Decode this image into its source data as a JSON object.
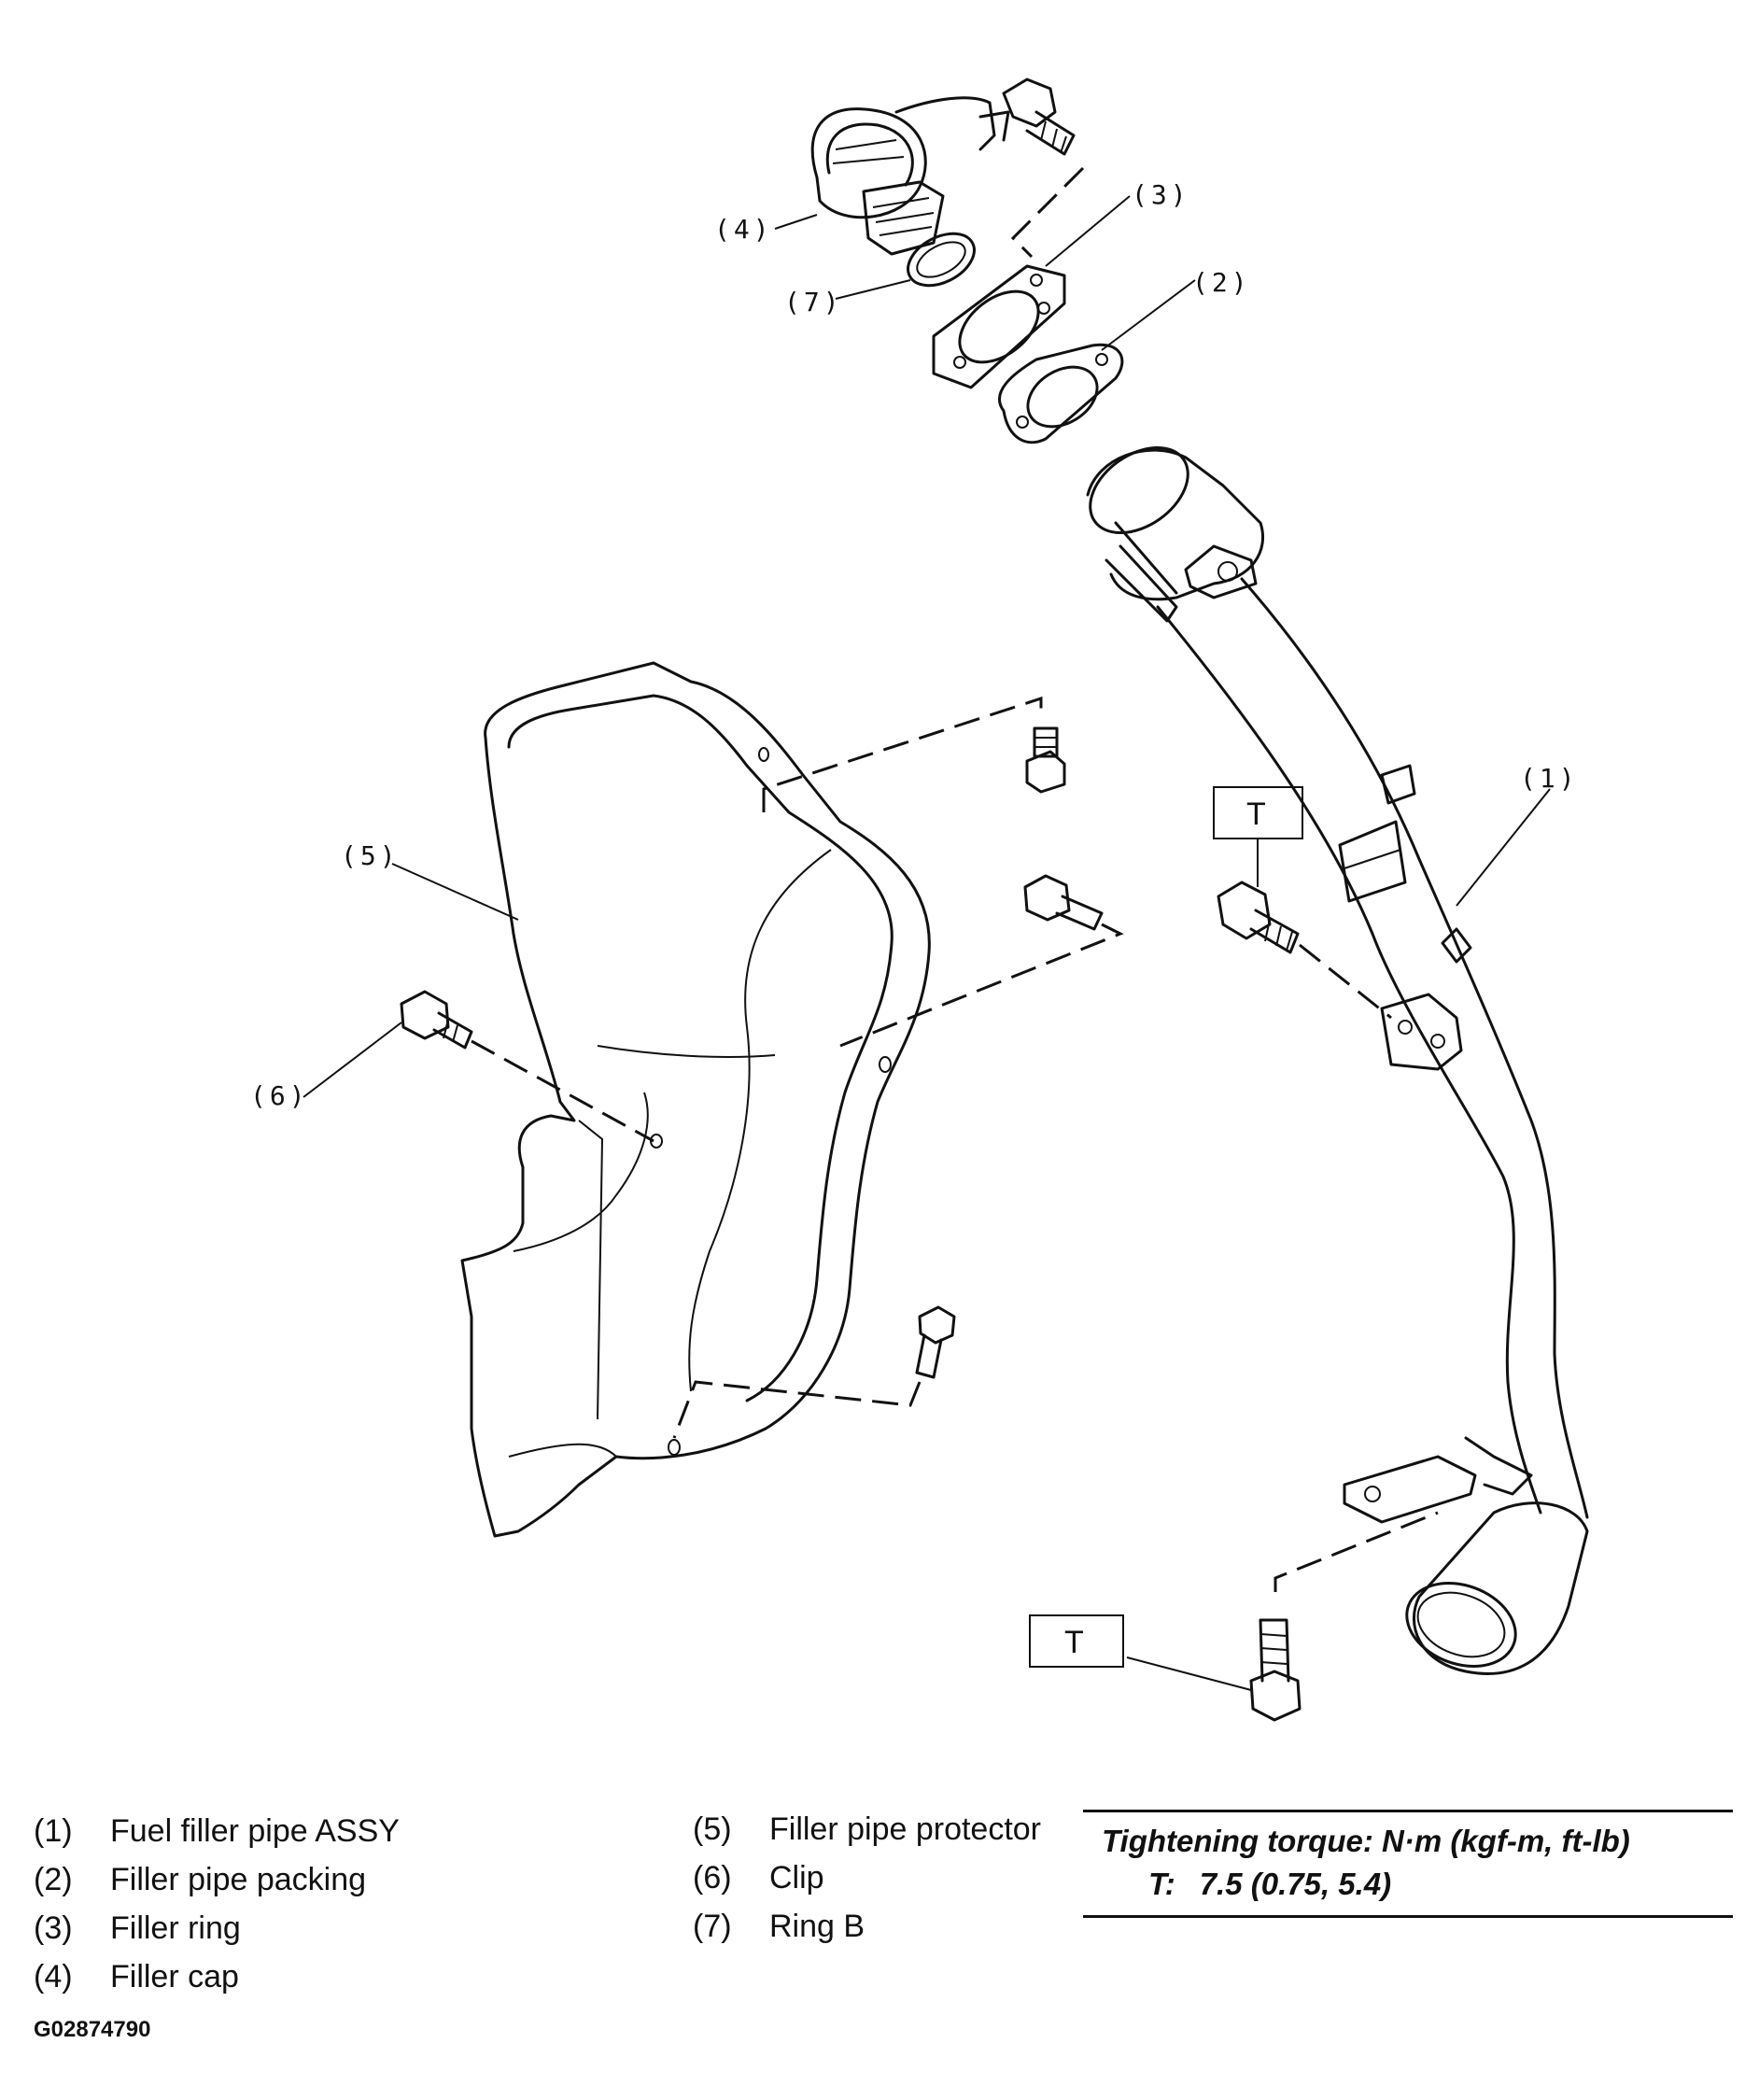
{
  "callouts": {
    "c1": "(1)",
    "c2": "(2)",
    "c3": "(3)",
    "c4": "(4)",
    "c5": "(5)",
    "c6": "(6)",
    "c7": "(7)"
  },
  "torque_box_label": "T",
  "legend": {
    "left": [
      {
        "num": "(1)",
        "label": "Fuel filler pipe ASSY"
      },
      {
        "num": "(2)",
        "label": "Filler pipe packing"
      },
      {
        "num": "(3)",
        "label": "Filler ring"
      },
      {
        "num": "(4)",
        "label": "Filler cap"
      }
    ],
    "middle": [
      {
        "num": "(5)",
        "label": "Filler pipe protector"
      },
      {
        "num": "(6)",
        "label": "Clip"
      },
      {
        "num": "(7)",
        "label": "Ring B"
      }
    ]
  },
  "torque": {
    "title": "Tightening torque: N·m (kgf-m, ft-lb)",
    "symbol": "T:",
    "value": "7.5 (0.75, 5.4)"
  },
  "figure_id": "G02874790",
  "colors": {
    "ink": "#111111",
    "background": "#ffffff"
  }
}
